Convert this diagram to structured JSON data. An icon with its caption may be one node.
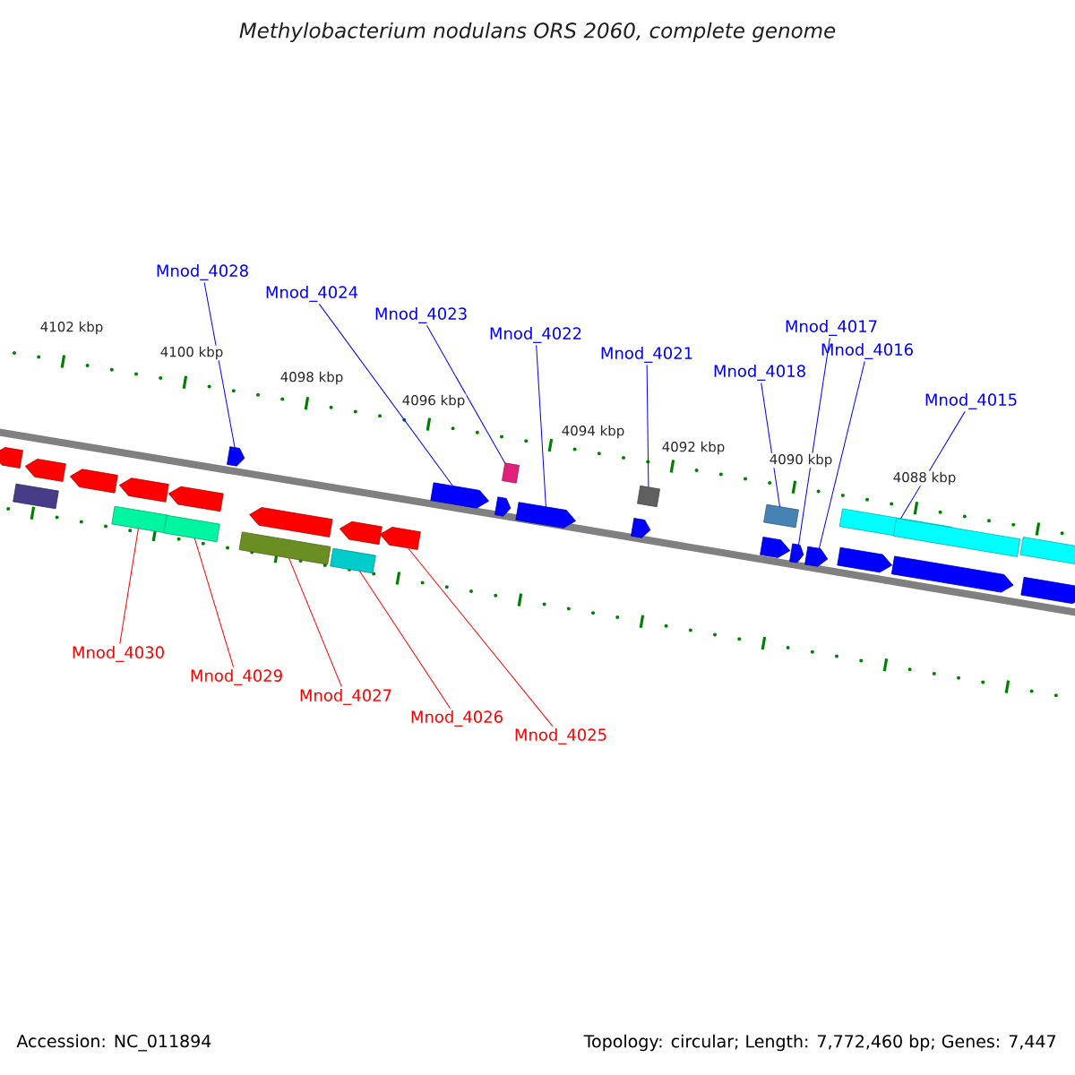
{
  "diagram": {
    "title": "Methylobacterium nodulans ORS 2060, complete genome",
    "nodes": [
      {
        "text": [
          "Mnod_4028"
        ]
      },
      {
        "text": [
          "Mnod_4024"
        ]
      },
      {
        "text": [
          "Mnod_4023"
        ]
      },
      {
        "text": [
          "Mnod_4022"
        ]
      },
      {
        "text": [
          "Mnod_4021"
        ]
      },
      {
        "text": [
          "Mnod_4017"
        ]
      },
      {
        "text": [
          "Mnod_4018"
        ]
      },
      {
        "text": [
          "Mnod_4016"
        ]
      },
      {
        "text": [
          "Mnod_4015"
        ]
      },
      {
        "text": [
          "Mnod_4030"
        ]
      },
      {
        "text": [
          "Mnod_4029"
        ]
      },
      {
        "text": [
          "Mnod_4027"
        ]
      },
      {
        "text": [
          "Mnod_4026"
        ]
      },
      {
        "text": [
          "Mnod_4025"
        ]
      },
      {
        "text": [],
        "shape": "arrow"
      },
      {
        "text": [],
        "shape": "box"
      },
      {
        "text": [],
        "shape": "arrow"
      },
      {
        "text": [],
        "shape": "arrow"
      },
      {
        "text": [],
        "shape": "box"
      },
      {
        "text": [],
        "shape": "arrow"
      },
      {
        "text": [],
        "shape": "box"
      },
      {
        "text": [],
        "shape": "arrow"
      },
      {
        "text": [],
        "shape": "arrow"
      },
      {
        "text": [],
        "shape": "box"
      },
      {
        "text": [],
        "shape": "arrow"
      },
      {
        "text": [],
        "shape": "box"
      },
      {
        "text": [],
        "shape": "arrow"
      },
      {
        "text": [],
        "shape": "arrow"
      },
      {
        "text": [],
        "shape": "arrow"
      },
      {
        "text": [],
        "shape": "arrow"
      },
      {
        "text": [],
        "shape": "box"
      },
      {
        "text": [],
        "shape": "arrow"
      },
      {
        "text": [],
        "shape": "arrow"
      },
      {
        "text": [],
        "shape": "box"
      },
      {
        "text": [],
        "shape": "arrow"
      },
      {
        "text": [],
        "shape": "box"
      },
      {
        "text": [],
        "shape": "arrow"
      },
      {
        "text": [],
        "shape": "arrow"
      },
      {
        "text": [],
        "shape": "arrow"
      },
      {
        "text": [],
        "shape": "box"
      },
      {
        "text": [],
        "shape": "arrow"
      },
      {
        "text": [],
        "shape": "box"
      },
      {
        "text": [],
        "shape": "arrow"
      },
      {
        "text": [],
        "shape": "box"
      }
    ],
    "edges": [
      {
        "from": 0,
        "to": 22,
        "arrow": "none"
      },
      {
        "from": 1,
        "to": 28,
        "arrow": "none"
      },
      {
        "from": 2,
        "to": 30,
        "arrow": "none"
      },
      {
        "from": 3,
        "to": 31,
        "arrow": "none"
      },
      {
        "from": 4,
        "to": 33,
        "arrow": "none"
      },
      {
        "from": 5,
        "to": 36,
        "arrow": "none"
      },
      {
        "from": 6,
        "to": 35,
        "arrow": "none"
      },
      {
        "from": 7,
        "to": 37,
        "arrow": "none"
      },
      {
        "from": 8,
        "to": 39,
        "arrow": "none"
      },
      {
        "from": 9,
        "to": 18,
        "arrow": "none",
        "color": "#ff0000"
      },
      {
        "from": 10,
        "to": 20,
        "arrow": "none",
        "color": "#ff0000"
      },
      {
        "from": 11,
        "to": 23,
        "arrow": "none",
        "color": "#ff0000"
      },
      {
        "from": 12,
        "to": 25,
        "arrow": "none",
        "color": "#ff0000"
      },
      {
        "from": 13,
        "to": 27,
        "arrow": "none",
        "color": "#ff0000"
      }
    ],
    "labels": [
      "4102 kbp",
      "4100 kbp",
      "4098 kbp",
      "4096 kbp",
      "4094 kbp",
      "4092 kbp",
      "4090 kbp",
      "4088 kbp",
      "Accession: NC_011894",
      "Topology: circular; Length: 7,772,460 bp; Genes: 7,447"
    ]
  }
}
